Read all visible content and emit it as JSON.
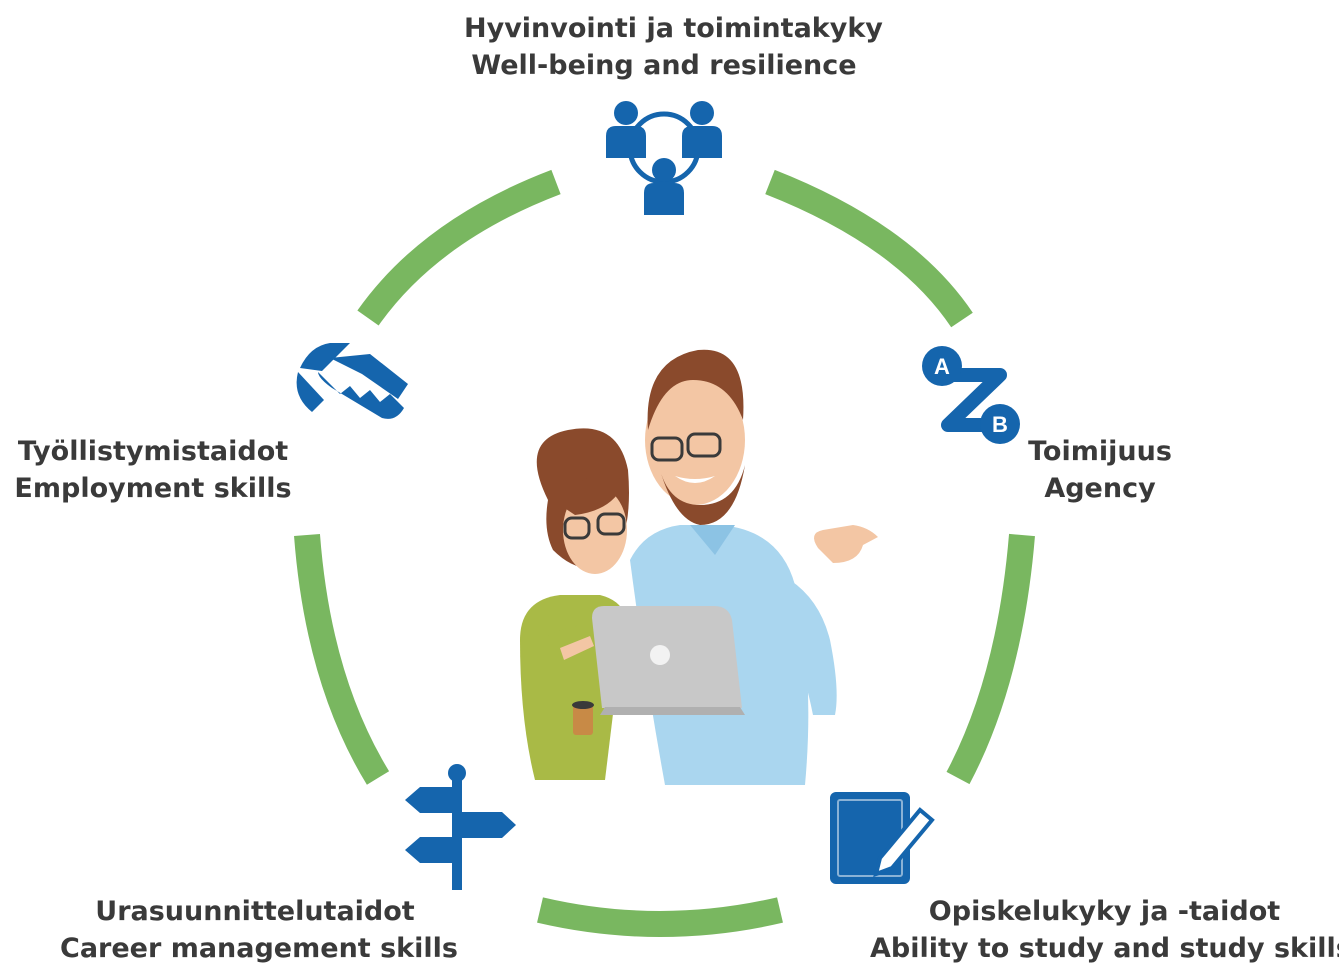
{
  "colors": {
    "ring": "#79b760",
    "icon": "#1565ad",
    "text": "#3a3a3a"
  },
  "nodes": [
    {
      "fi": "Hyvinvointi ja toimintakyky",
      "en": "Well-being and resilience",
      "icon": "people-network-icon"
    },
    {
      "fi": "Toimijuus",
      "en": "Agency",
      "icon": "a-z-b-icon"
    },
    {
      "fi": "Opiskelukyky ja -taidot",
      "en": "Ability to study and study skills",
      "icon": "notebook-pen-icon"
    },
    {
      "fi": "Urasuunnittelutaidot",
      "en": "Career management skills",
      "icon": "signpost-icon"
    },
    {
      "fi": "Työllistymistaidot",
      "en": "Employment skills",
      "icon": "handshake-icon"
    }
  ],
  "center_illustration": "two-people-with-laptop"
}
